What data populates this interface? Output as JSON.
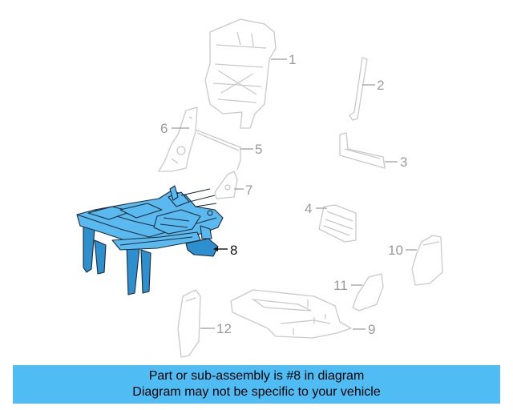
{
  "callouts": {
    "c1": "1",
    "c2": "2",
    "c3": "3",
    "c4": "4",
    "c5": "5",
    "c6": "6",
    "c7": "7",
    "c8": "8",
    "c9": "9",
    "c10": "10",
    "c11": "11",
    "c12": "12"
  },
  "highlighted_part": "8",
  "banner": {
    "line1": "Part or sub-assembly is #8 in diagram",
    "line2": "Diagram may not be specific to your vehicle"
  },
  "colors": {
    "highlight": "#5ab9ef",
    "banner": "#4fbcf4",
    "ghost": "#c9c9c9"
  }
}
